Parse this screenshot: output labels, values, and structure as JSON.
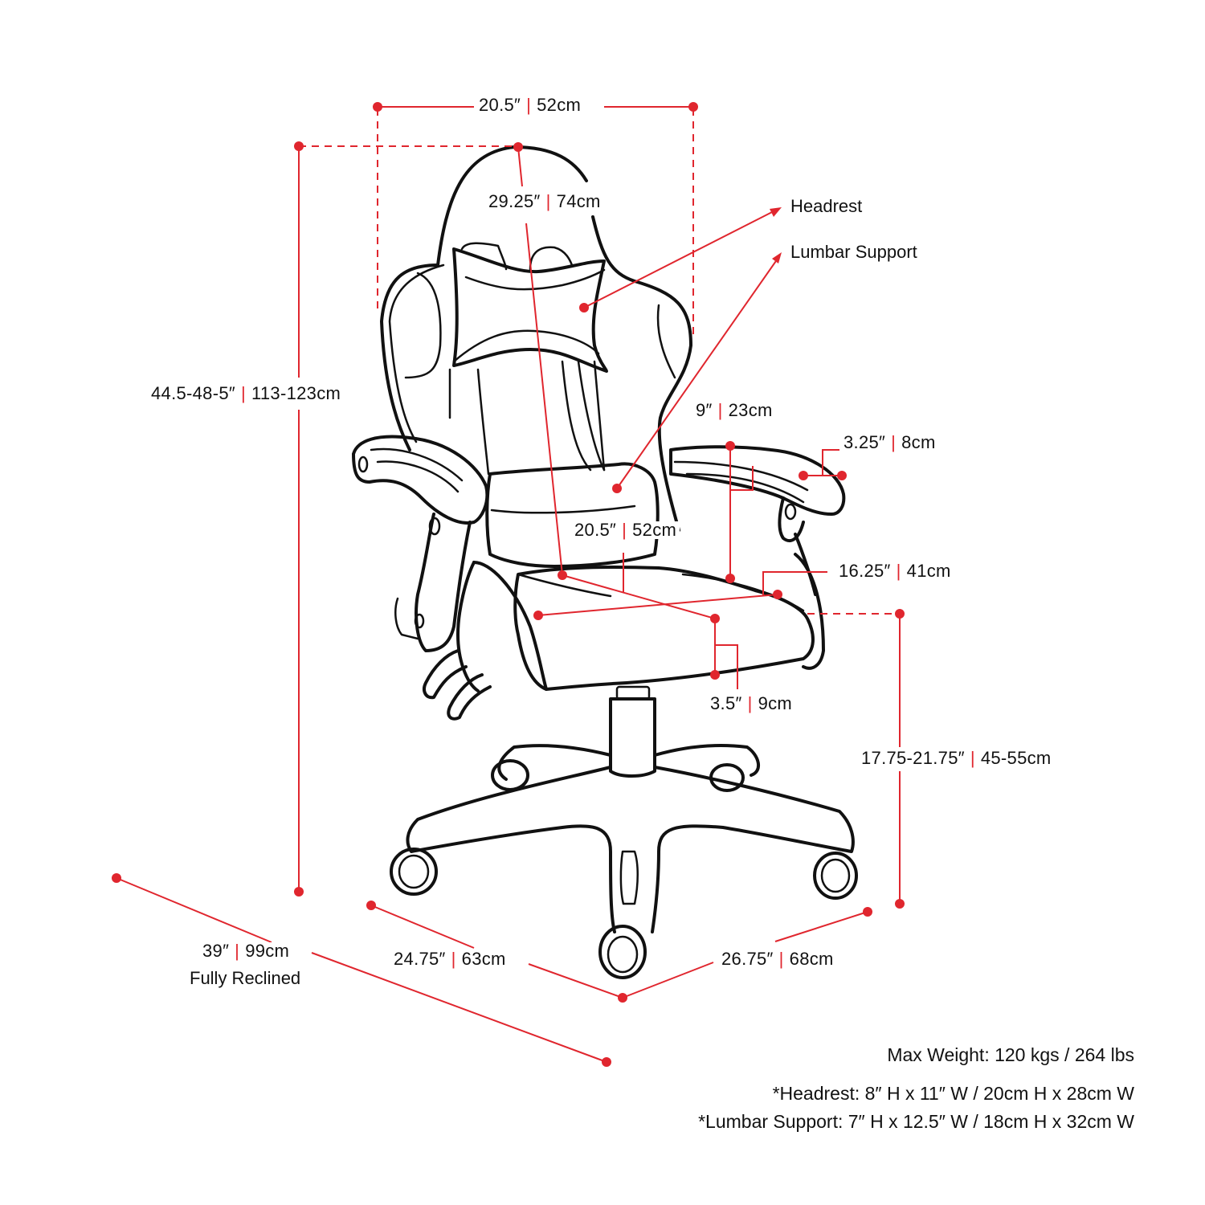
{
  "colors": {
    "accent": "#e0262e",
    "line": "#111111",
    "background": "#ffffff"
  },
  "dimensions": {
    "back_width": {
      "in": "20.5″",
      "cm": "52cm"
    },
    "backrest_height": {
      "in": "29.25″",
      "cm": "74cm"
    },
    "total_height": {
      "in": "44.5-48-5″",
      "cm": "113-123cm"
    },
    "armrest_length": {
      "in": "9″",
      "cm": "23cm"
    },
    "armrest_width": {
      "in": "3.25″",
      "cm": "8cm"
    },
    "seat_depth": {
      "in": "20.5″",
      "cm": "52cm"
    },
    "seat_width": {
      "in": "16.25″",
      "cm": "41cm"
    },
    "seat_thickness": {
      "in": "3.5″",
      "cm": "9cm"
    },
    "seat_height": {
      "in": "17.75-21.75″",
      "cm": "45-55cm"
    },
    "reclined_length": {
      "in": "39″",
      "cm": "99cm",
      "note": "Fully Reclined"
    },
    "base_depth": {
      "in": "24.75″",
      "cm": "63cm"
    },
    "base_width": {
      "in": "26.75″",
      "cm": "68cm"
    }
  },
  "callouts": {
    "headrest": "Headrest",
    "lumbar": "Lumbar Support"
  },
  "notes": {
    "max_weight": "Max Weight: 120 kgs / 264 lbs",
    "headrest": "*Headrest: 8″ H x 11″ W / 20cm H x 28cm W",
    "lumbar": "*Lumbar Support: 7″ H x 12.5″ W / 18cm H x 32cm W"
  }
}
